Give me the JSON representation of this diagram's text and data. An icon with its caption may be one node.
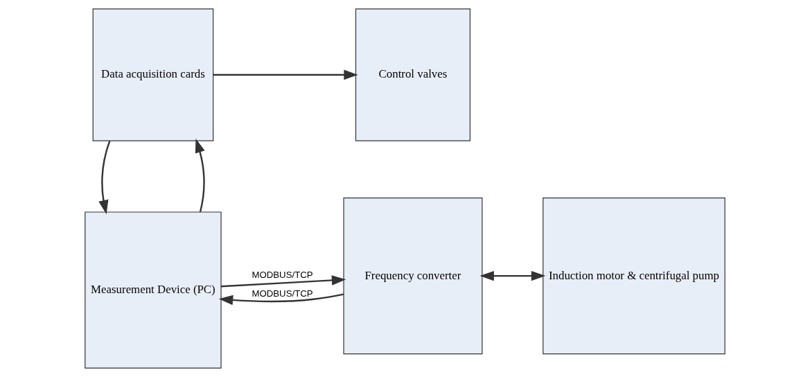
{
  "diagram": {
    "nodes": [
      {
        "text": [
          "Measurement Device (PC)"
        ]
      },
      {
        "text": [
          "Frequency converter"
        ]
      },
      {
        "text": [
          "Induction motor & centrifugal pump"
        ]
      },
      {
        "text": [
          "Data acquisition cards"
        ]
      },
      {
        "text": [
          "Control valves"
        ]
      }
    ],
    "edges": [
      {
        "from": 1,
        "to": 0,
        "arrow": "to",
        "label": "MODBUS/TCP"
      },
      {
        "from": 0,
        "to": 1,
        "arrow": "to",
        "label": "MODBUS/TCP"
      },
      {
        "from": 1,
        "to": 2,
        "arrow": "both"
      },
      {
        "from": 0,
        "to": 3,
        "arrow": "to"
      },
      {
        "from": 3,
        "to": 0,
        "arrow": "to"
      },
      {
        "from": 3,
        "to": 4,
        "arrow": "to"
      }
    ]
  }
}
